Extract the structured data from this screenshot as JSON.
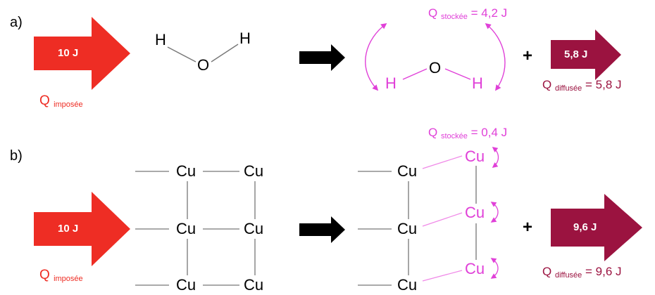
{
  "panel_a": {
    "label": "a)",
    "input_arrow_label": "10 J",
    "q_imposee_main": "Q",
    "q_imposee_sub": "imposée",
    "molecule_before": {
      "left_h": "H",
      "o": "O",
      "right_h": "H"
    },
    "molecule_after": {
      "left_h": "H",
      "o": "O",
      "right_h": "H"
    },
    "q_stockee_main": "Q",
    "q_stockee_sub": "stockée",
    "q_stockee_value": "= 4,2 J",
    "plus": "+",
    "output_arrow_label": "5,8 J",
    "q_diffusee_main": "Q",
    "q_diffusee_sub": "diffusée",
    "q_diffusee_value": "= 5,8 J"
  },
  "panel_b": {
    "label": "b)",
    "input_arrow_label": "10 J",
    "q_imposee_main": "Q",
    "q_imposee_sub": "imposée",
    "lattice_atom": "Cu",
    "q_stockee_main": "Q",
    "q_stockee_sub": "stockée",
    "q_stockee_value": "= 0,4 J",
    "plus": "+",
    "output_arrow_label": "9,6 J",
    "q_diffusee_main": "Q",
    "q_diffusee_sub": "diffusée",
    "q_diffusee_value": "= 9,6 J"
  },
  "colors": {
    "input_arrow": "#ee2d24",
    "output_arrow": "#9b1340",
    "stored": "#e040d8",
    "process_arrow": "#000000"
  }
}
